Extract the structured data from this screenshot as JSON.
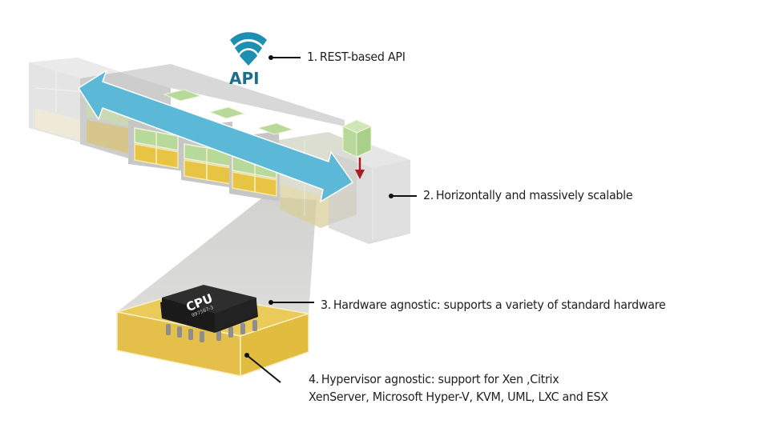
{
  "diagram": {
    "api_icon_label": "API",
    "cpu_chip_label": "CPU",
    "cpu_chip_subtext": "997567-3",
    "callouts": [
      {
        "number": "1.",
        "text": "REST-based API"
      },
      {
        "number": "2.",
        "text": "Horizontally and massively scalable"
      },
      {
        "number": "3.",
        "text": "Hardware agnostic: supports a variety of standard hardware"
      },
      {
        "number": "4.",
        "text": "Hypervisor agnostic: support for Xen ,Citrix",
        "text_line2": "XenServer, Microsoft Hyper-V, KVM, UML, LXC and ESX"
      }
    ],
    "colors": {
      "arrow": "#5bb8d6",
      "api_teal": "#1d6e8a",
      "block_gray": "#c9c9c9",
      "cell_green": "#b7d99a",
      "cell_yellow": "#e8c445",
      "base_yellow": "#e4c04a",
      "cpu_dark": "#2b2b2b",
      "drop_arrow": "#a31f24",
      "projection": "#d9d9d7"
    }
  }
}
